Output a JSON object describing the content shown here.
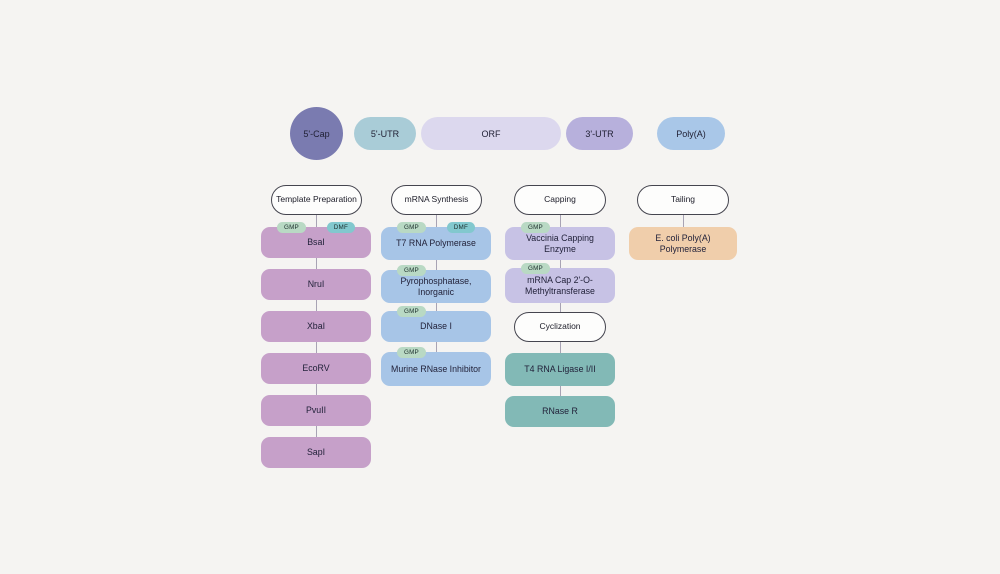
{
  "construct": {
    "cap": "5'-Cap",
    "utr5": "5'-UTR",
    "orf": "ORF",
    "utr3": "3'-UTR",
    "polya": "Poly(A)"
  },
  "workflows": {
    "template_preparation": {
      "header": "Template Preparation",
      "items": [
        {
          "label": "BsaI",
          "badges": [
            "GMP",
            "DMF"
          ]
        },
        {
          "label": "NruI",
          "badges": []
        },
        {
          "label": "XbaI",
          "badges": []
        },
        {
          "label": "EcoRV",
          "badges": []
        },
        {
          "label": "PvuII",
          "badges": []
        },
        {
          "label": "SapI",
          "badges": []
        }
      ]
    },
    "mrna_synthesis": {
      "header": "mRNA Synthesis",
      "items": [
        {
          "label": "T7 RNA Polymerase",
          "badges": [
            "GMP",
            "DMF"
          ]
        },
        {
          "label": "Pyrophosphatase, Inorganic",
          "badges": [
            "GMP"
          ]
        },
        {
          "label": "DNase I",
          "badges": [
            "GMP"
          ]
        },
        {
          "label": "Murine RNase Inhibitor",
          "badges": [
            "GMP"
          ]
        }
      ]
    },
    "capping": {
      "header": "Capping",
      "items": [
        {
          "label": "Vaccinia Capping Enzyme",
          "badges": [
            "GMP"
          ]
        },
        {
          "label": "mRNA Cap 2'-O-Methyltransferase",
          "badges": [
            "GMP"
          ]
        }
      ]
    },
    "cyclization": {
      "header": "Cyclization",
      "items": [
        {
          "label": "T4 RNA Ligase I/II",
          "badges": []
        },
        {
          "label": "RNase R",
          "badges": []
        }
      ]
    },
    "tailing": {
      "header": "Tailing",
      "items": [
        {
          "label": "E. coli Poly(A) Polymerase",
          "badges": []
        }
      ]
    }
  },
  "palette": {
    "background": "#f5f4f2",
    "cap_circle": "#7a7bb0",
    "utr5_pill": "#a9ccd7",
    "orf_pill": "#dcd8ee",
    "utr3_pill": "#b7b0dc",
    "polya_pill": "#a9c7e8",
    "template_prep_box": "#c6a0c9",
    "mrna_synthesis_box": "#a7c5e7",
    "capping_box": "#c7c2e5",
    "cyclization_box": "#82b9b6",
    "tailing_box": "#f0ceab",
    "gmp_badge": "#b9d9c4",
    "dmf_badge": "#82c8ce"
  }
}
